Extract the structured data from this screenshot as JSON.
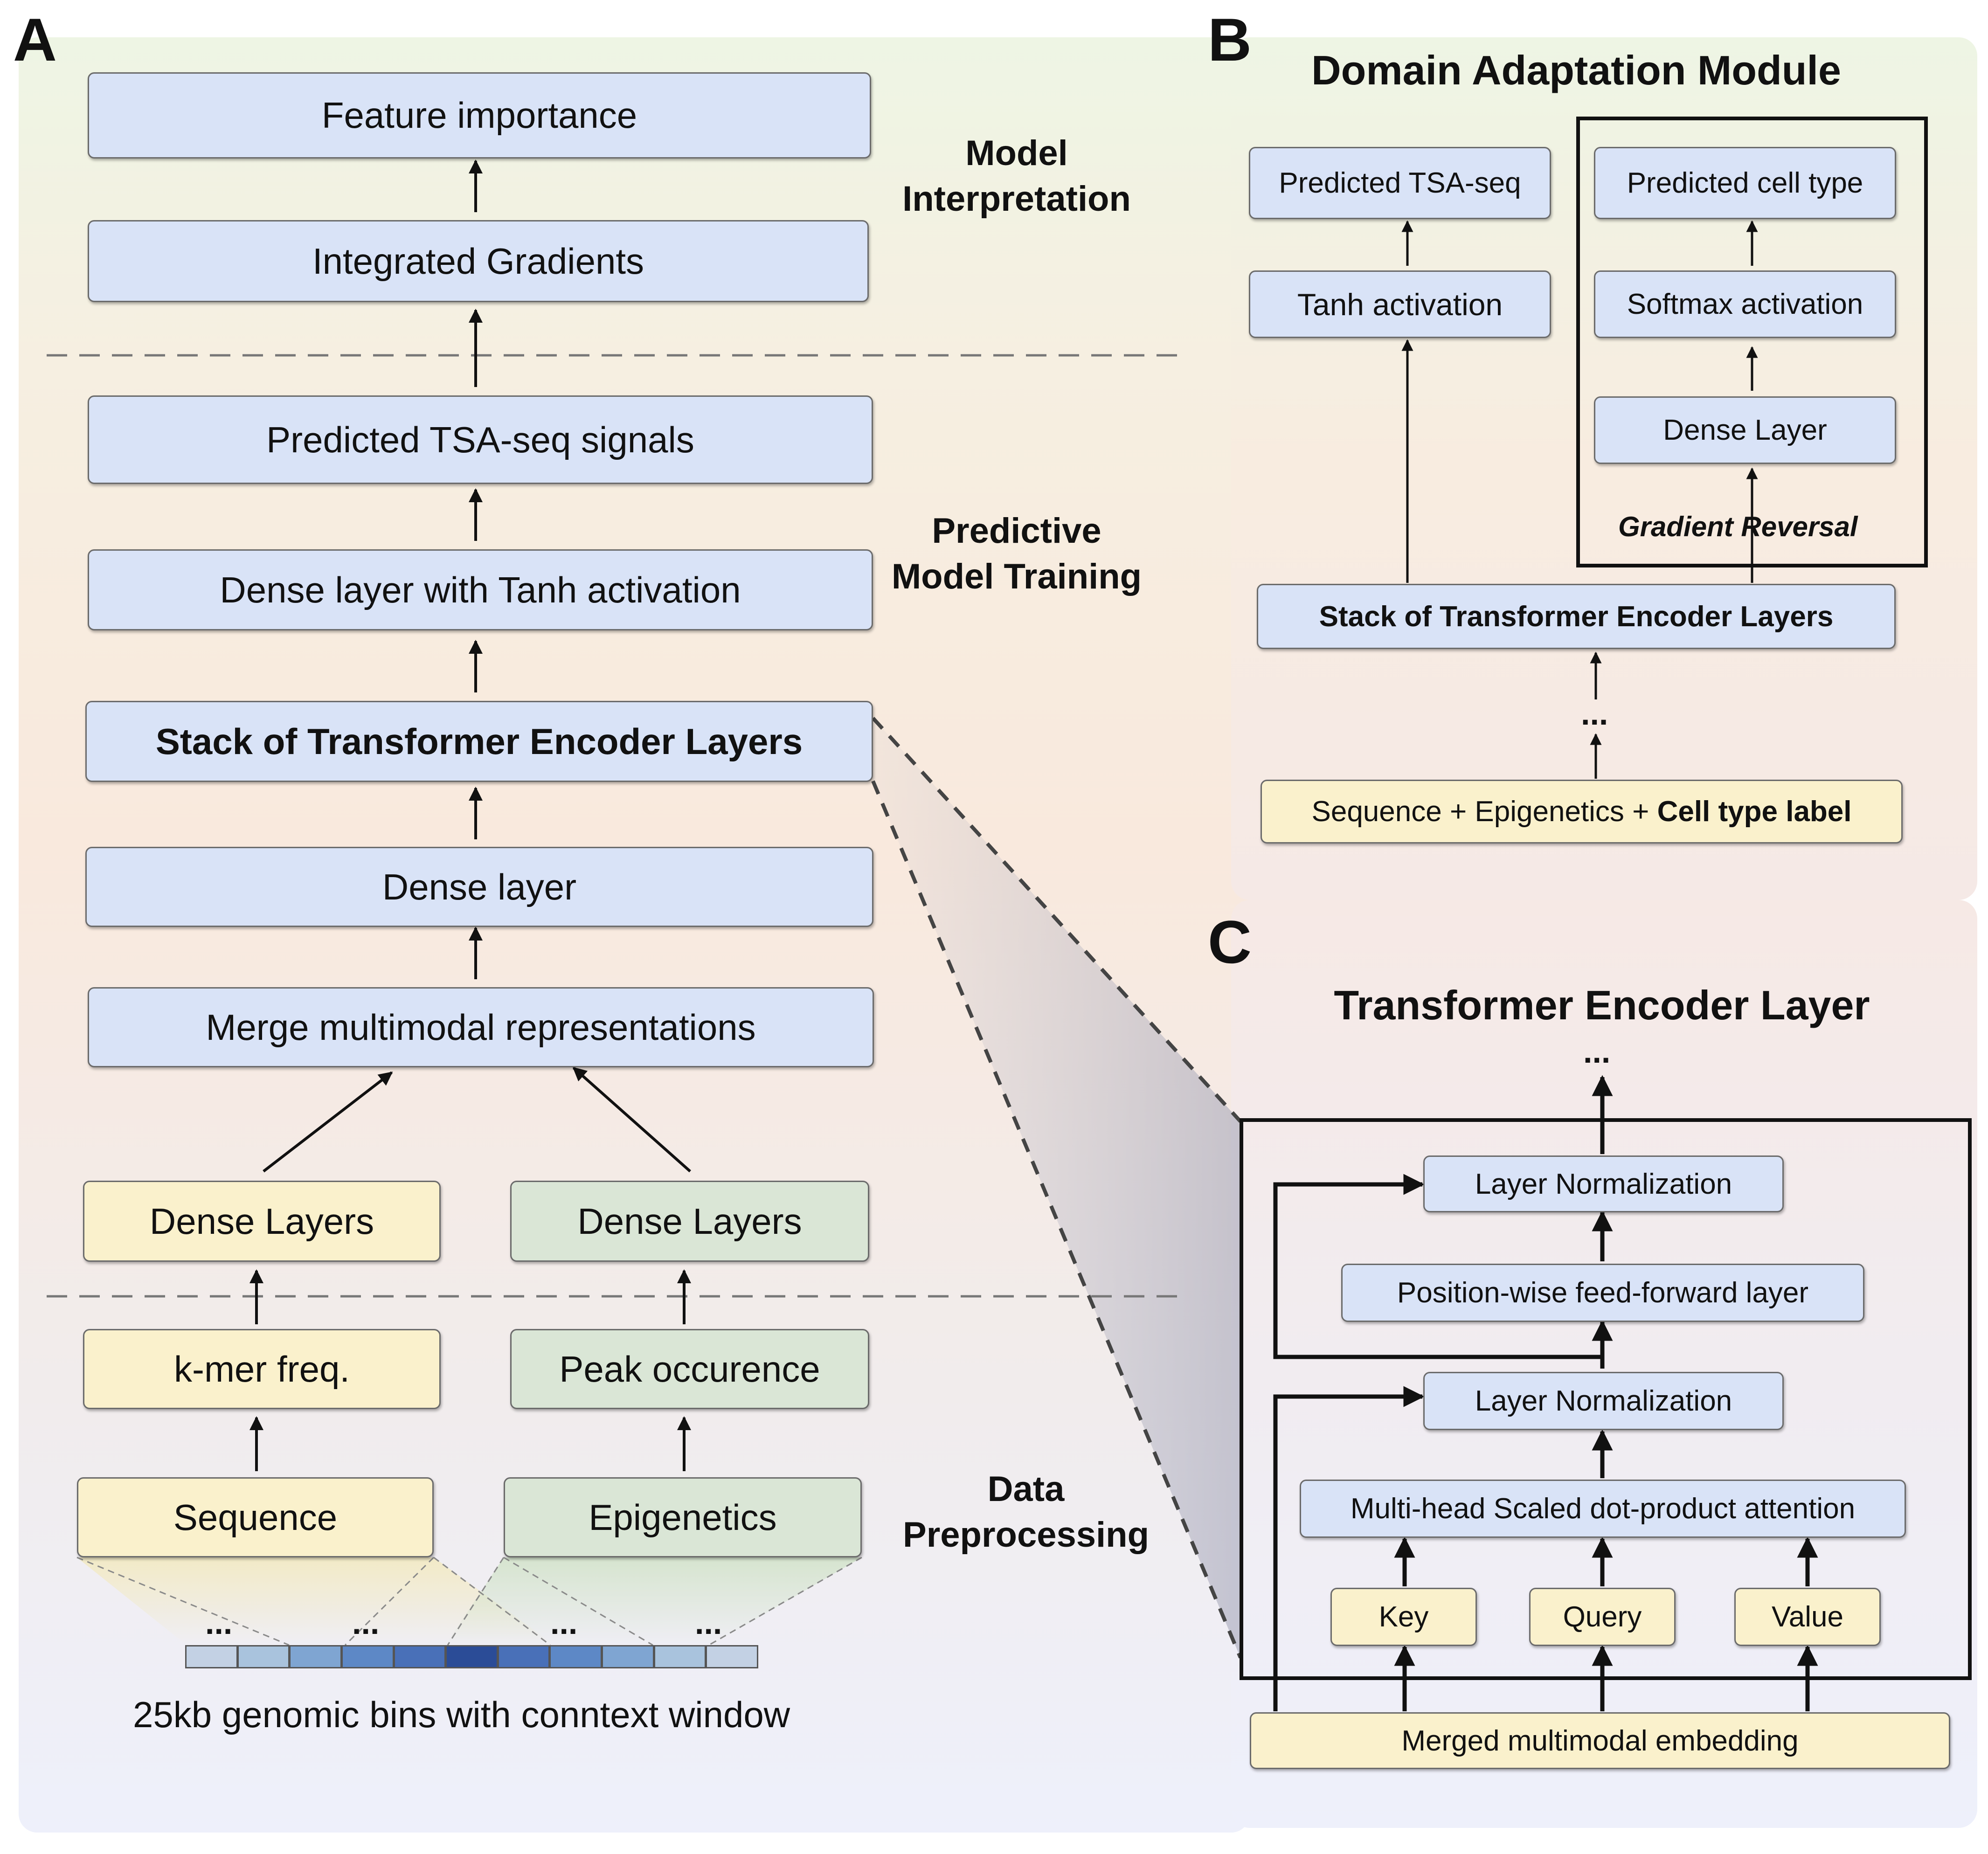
{
  "panels": {
    "a": "A",
    "b": "B",
    "c": "C"
  },
  "panel_a": {
    "sections": {
      "interpretation": [
        "Model",
        "Interpretation"
      ],
      "training": [
        "Predictive",
        "Model Training"
      ],
      "preprocessing": [
        "Data",
        "Preprocessing"
      ]
    },
    "boxes": {
      "feature_importance": "Feature importance",
      "integrated_gradients": "Integrated Gradients",
      "predicted_signals": "Predicted TSA-seq signals",
      "dense_tanh": "Dense layer with Tanh activation",
      "transformer_stack": "Stack of Transformer Encoder Layers",
      "dense_layer": "Dense layer",
      "merge": "Merge multimodal representations",
      "dense_layers_seq": "Dense Layers",
      "dense_layers_epi": "Dense Layers",
      "kmer": "k-mer freq.",
      "peak": "Peak occurence",
      "sequence": "Sequence",
      "epigenetics": "Epigenetics"
    },
    "genomic_caption": "25kb genomic bins with conntext window",
    "ellipsis": "...",
    "bins": {
      "colors": [
        "#c3d1e4",
        "#a9c3dd",
        "#7fa5d2",
        "#5d88c6",
        "#4970b8",
        "#2b4c97",
        "#4970b8",
        "#5d88c6",
        "#7fa5d2",
        "#a9c3dd",
        "#c3d1e4"
      ]
    }
  },
  "panel_b": {
    "title": "Domain Adaptation Module",
    "boxes": {
      "predicted_tsa": "Predicted TSA-seq",
      "tanh": "Tanh activation",
      "predicted_cell": "Predicted cell type",
      "softmax": "Softmax activation",
      "dense": "Dense Layer",
      "transformer_stack": "Stack of Transformer Encoder Layers"
    },
    "gradient_reversal": "Gradient Reversal",
    "ellipsis": "...",
    "input": {
      "prefix": "Sequence + Epigenetics + ",
      "bold": "Cell type label"
    }
  },
  "panel_c": {
    "title": "Transformer Encoder Layer",
    "ellipsis": "...",
    "boxes": {
      "layer_norm_top": "Layer Normalization",
      "ffn": "Position-wise feed-forward layer",
      "layer_norm_bottom": "Layer Normalization",
      "attention": "Multi-head Scaled dot-product attention",
      "key": "Key",
      "query": "Query",
      "value": "Value",
      "merged_embedding": "Merged multimodal embedding"
    }
  },
  "colors": {
    "box_blue": "#d9e3f7",
    "box_yellow": "#faf1cc",
    "box_green": "#dae6d6",
    "border": "#6b6b6b",
    "frame": "#111111"
  }
}
